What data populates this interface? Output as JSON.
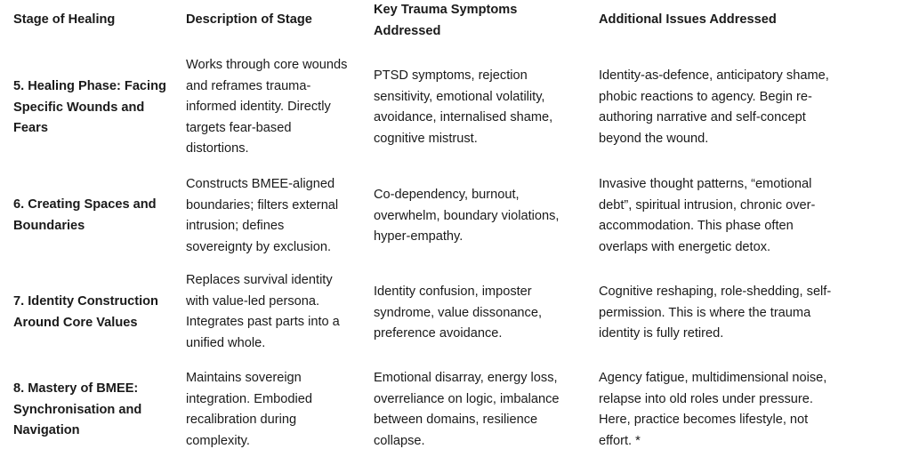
{
  "table": {
    "headers": [
      "Stage of Healing",
      "Description of Stage",
      "Key Trauma Symptoms\nAddressed",
      "Additional Issues Addressed"
    ],
    "rows": [
      {
        "stage": "5. Healing Phase: Facing\nSpecific Wounds and\nFears",
        "description": "Works through core wounds\nand reframes trauma-\ninformed identity. Directly\ntargets fear-based\ndistortions.",
        "symptoms": "PTSD symptoms, rejection\nsensitivity, emotional volatility,\navoidance, internalised shame,\ncognitive mistrust.",
        "additional": "Identity-as-defence, anticipatory shame,\nphobic reactions to agency. Begin re-\nauthoring narrative and self-concept\nbeyond the wound."
      },
      {
        "stage": "6. Creating Spaces and\nBoundaries",
        "description": "Constructs BMEE-aligned\nboundaries; filters external\nintrusion; defines\nsovereignty by exclusion.",
        "symptoms": "Co-dependency, burnout,\noverwhelm, boundary violations,\nhyper-empathy.",
        "additional": "Invasive thought patterns, “emotional\ndebt”, spiritual intrusion, chronic over-\naccommodation. This phase often\noverlaps with energetic detox."
      },
      {
        "stage": "7. Identity Construction\nAround Core Values",
        "description": "Replaces survival identity\nwith value-led persona.\nIntegrates past parts into a\nunified whole.",
        "symptoms": "Identity confusion, imposter\nsyndrome, value dissonance,\npreference avoidance.",
        "additional": "Cognitive reshaping, role-shedding, self-\npermission. This is where the trauma\nidentity is fully retired."
      },
      {
        "stage": "8. Mastery of BMEE:\nSynchronisation and\nNavigation",
        "description": "Maintains sovereign\nintegration. Embodied\nrecalibration during\ncomplexity.",
        "symptoms": "Emotional disarray, energy loss,\noverreliance on logic, imbalance\nbetween domains, resilience\ncollapse.",
        "additional": "Agency fatigue, multidimensional noise,\nrelapse into old roles under pressure.\nHere, practice becomes lifestyle, not\neffort. *"
      }
    ]
  }
}
